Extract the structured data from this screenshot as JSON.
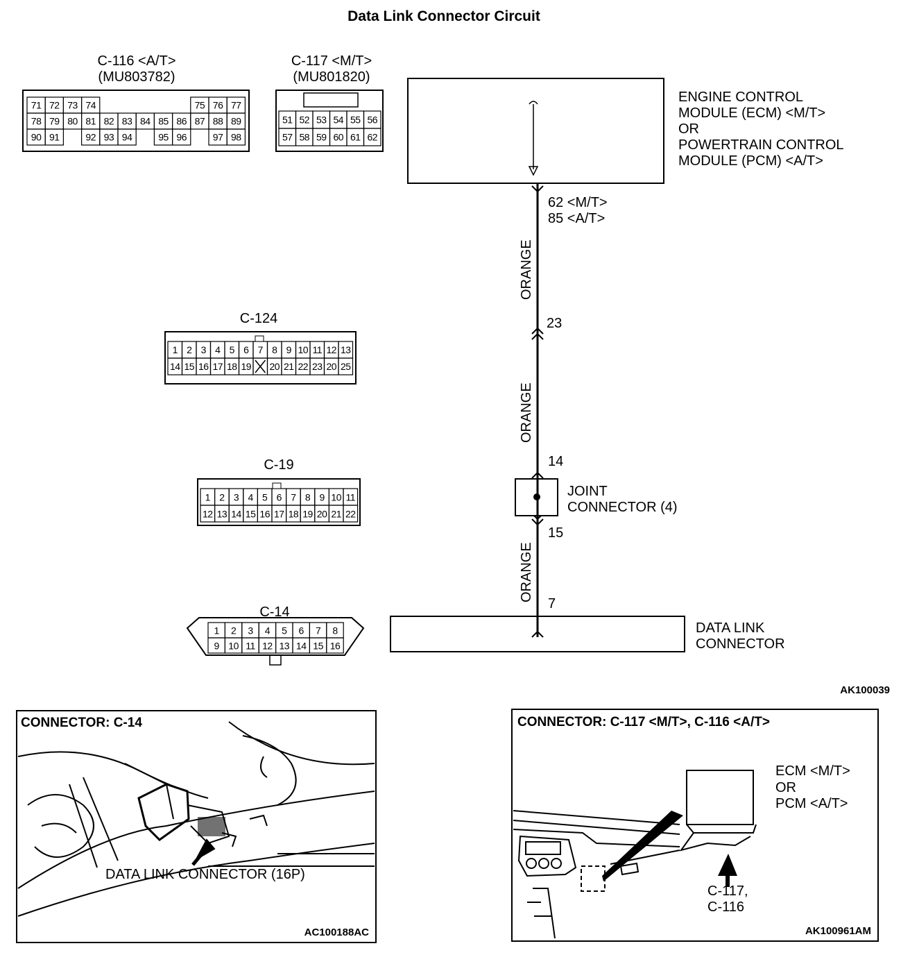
{
  "title": "Data Link Connector Circuit",
  "connectors": {
    "c116": {
      "name": "C-116 <A/T>",
      "part": "(MU803782)",
      "rows": [
        [
          "71",
          "72",
          "73",
          "74",
          "",
          "",
          "",
          "",
          "",
          "75",
          "76",
          "77"
        ],
        [
          "78",
          "79",
          "80",
          "81",
          "82",
          "83",
          "84",
          "85",
          "86",
          "87",
          "88",
          "89"
        ],
        [
          "90",
          "91",
          "",
          "92",
          "93",
          "94",
          "",
          "95",
          "96",
          "",
          "97",
          "98"
        ]
      ]
    },
    "c117": {
      "name": "C-117 <M/T>",
      "part": "(MU801820)",
      "rows": [
        [
          "51",
          "52",
          "53",
          "54",
          "55",
          "56"
        ],
        [
          "57",
          "58",
          "59",
          "60",
          "61",
          "62"
        ]
      ]
    },
    "c124": {
      "name": "C-124",
      "rows": [
        [
          "1",
          "2",
          "3",
          "4",
          "5",
          "6",
          "7",
          "8",
          "9",
          "10",
          "11",
          "12",
          "13"
        ],
        [
          "14",
          "15",
          "16",
          "17",
          "18",
          "19",
          "X",
          "20",
          "21",
          "22",
          "23",
          "20",
          "25"
        ]
      ]
    },
    "c19": {
      "name": "C-19",
      "rows": [
        [
          "1",
          "2",
          "3",
          "4",
          "5",
          "6",
          "7",
          "8",
          "9",
          "10",
          "11"
        ],
        [
          "12",
          "13",
          "14",
          "15",
          "16",
          "17",
          "18",
          "19",
          "20",
          "21",
          "22"
        ]
      ]
    },
    "c14": {
      "name": "C-14",
      "rows": [
        [
          "1",
          "2",
          "3",
          "4",
          "5",
          "6",
          "7",
          "8"
        ],
        [
          "9",
          "10",
          "11",
          "12",
          "13",
          "14",
          "15",
          "16"
        ]
      ]
    }
  },
  "ecm": {
    "lines": [
      "ENGINE CONTROL",
      "MODULE (ECM) <M/T>",
      "OR",
      "POWERTRAIN CONTROL",
      "MODULE (PCM) <A/T>"
    ]
  },
  "wire": {
    "color_label": "ORANGE",
    "pin_mt": "62 <M/T>",
    "pin_at": "85 <A/T>",
    "pin_23": "23",
    "pin_14": "14",
    "pin_15": "15",
    "pin_7": "7"
  },
  "joint": {
    "lines": [
      "JOINT",
      "CONNECTOR (4)"
    ]
  },
  "dlc": {
    "lines": [
      "DATA LINK",
      "CONNECTOR"
    ]
  },
  "code_top": "AK100039",
  "panel_left": {
    "title": "CONNECTOR: C-14",
    "caption": "DATA LINK CONNECTOR (16P)",
    "code": "AC100188AC"
  },
  "panel_right": {
    "title": "CONNECTOR: C-117 <M/T>, C-116 <A/T>",
    "ecm_lines": [
      "ECM <M/T>",
      "OR",
      "PCM <A/T>"
    ],
    "conn_lines": [
      "C-117,",
      "C-116"
    ],
    "code": "AK100961AM"
  }
}
